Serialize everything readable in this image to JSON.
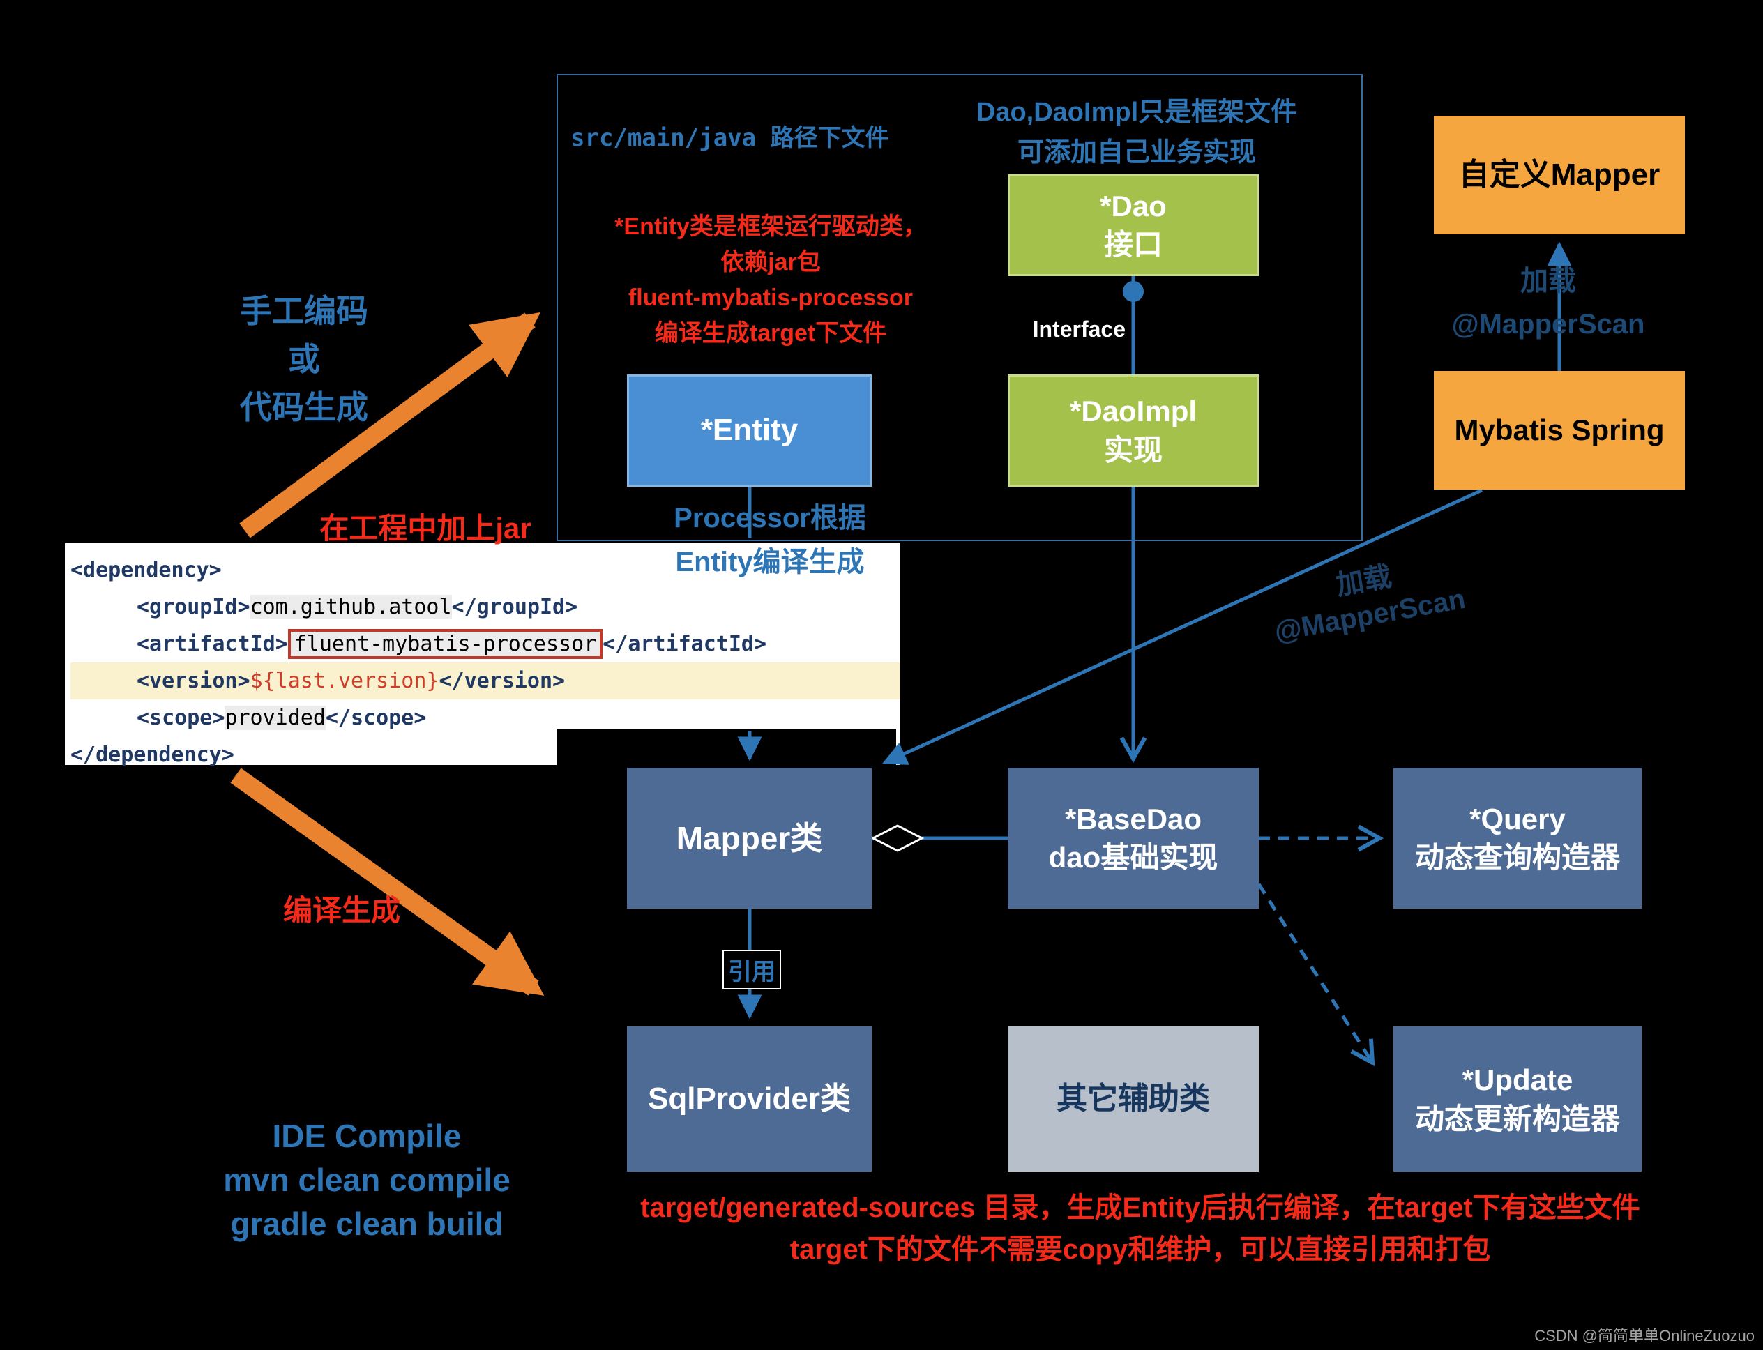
{
  "colors": {
    "background": "#000000",
    "accent_blue": "#2e75b6",
    "dark_blue_text": "#1d4066",
    "red_text": "#f42a1a",
    "green_box": "#a4c14c",
    "blue_box": "#4a8fd3",
    "orange_box": "#f5a63e",
    "slate_box": "#4d6b94",
    "gray_box": "#b6bfca",
    "arrow_orange": "#e98330"
  },
  "top_panel": {
    "src_path_label": "src/main/java 路径下文件",
    "dao_note_line1": "Dao,DaoImpl只是框架文件",
    "dao_note_line2": "可添加自己业务实现",
    "entity_note_line1": "*Entity类是框架运行驱动类，",
    "entity_note_line2": "依赖jar包",
    "entity_note_line3": "fluent-mybatis-processor",
    "entity_note_line4": "编译生成target下文件",
    "dao_box_line1": "*Dao",
    "dao_box_line2": "接口",
    "interface_label": "Interface",
    "daoimpl_box_line1": "*DaoImpl",
    "daoimpl_box_line2": "实现",
    "entity_box_label": "*Entity"
  },
  "right_panel": {
    "custom_mapper_label": "自定义Mapper",
    "load_line1": "加载",
    "load_line2": "@MapperScan",
    "mybatis_spring_label": "Mybatis Spring"
  },
  "left_notes": {
    "manual_line1": "手工编码",
    "manual_line2": "或",
    "manual_line3": "代码生成",
    "add_jar_label": "在工程中加上jar",
    "compile_generate_label": "编译生成",
    "compile_line1": "IDE Compile",
    "compile_line2": "mvn clean compile",
    "compile_line3": "gradle clean build"
  },
  "code_block": {
    "line1_open": "<dependency>",
    "line2_open": "<groupId>",
    "line2_value": "com.github.atool",
    "line2_close": "</groupId>",
    "line3_open": "<artifactId>",
    "line3_value": "fluent-mybatis-processor",
    "line3_close": "</artifactId>",
    "line4_open": "<version>",
    "line4_value": "${last.version}",
    "line4_close": "</version>",
    "line5_open": "<scope>",
    "line5_value": "provided",
    "line5_close": "</scope>",
    "line6_close": "</dependency>"
  },
  "middle_notes": {
    "processor_line1": "Processor根据",
    "processor_line2": "Entity编译生成",
    "load_line1": "加载",
    "load_line2": "@MapperScan",
    "reference_label": "引用"
  },
  "main_boxes": {
    "mapper_label": "Mapper类",
    "basedao_line1": "*BaseDao",
    "basedao_line2": "dao基础实现",
    "query_line1": "*Query",
    "query_line2": "动态查询构造器",
    "sqlprovider_label": "SqlProvider类",
    "helper_label": "其它辅助类",
    "update_line1": "*Update",
    "update_line2": "动态更新构造器"
  },
  "bottom_notes": {
    "target_line1": "target/generated-sources 目录，生成Entity后执行编译，在target下有这些文件",
    "target_line2": "target下的文件不需要copy和维护，可以直接引用和打包"
  },
  "watermark": "CSDN @简简单单OnlineZuozuo"
}
